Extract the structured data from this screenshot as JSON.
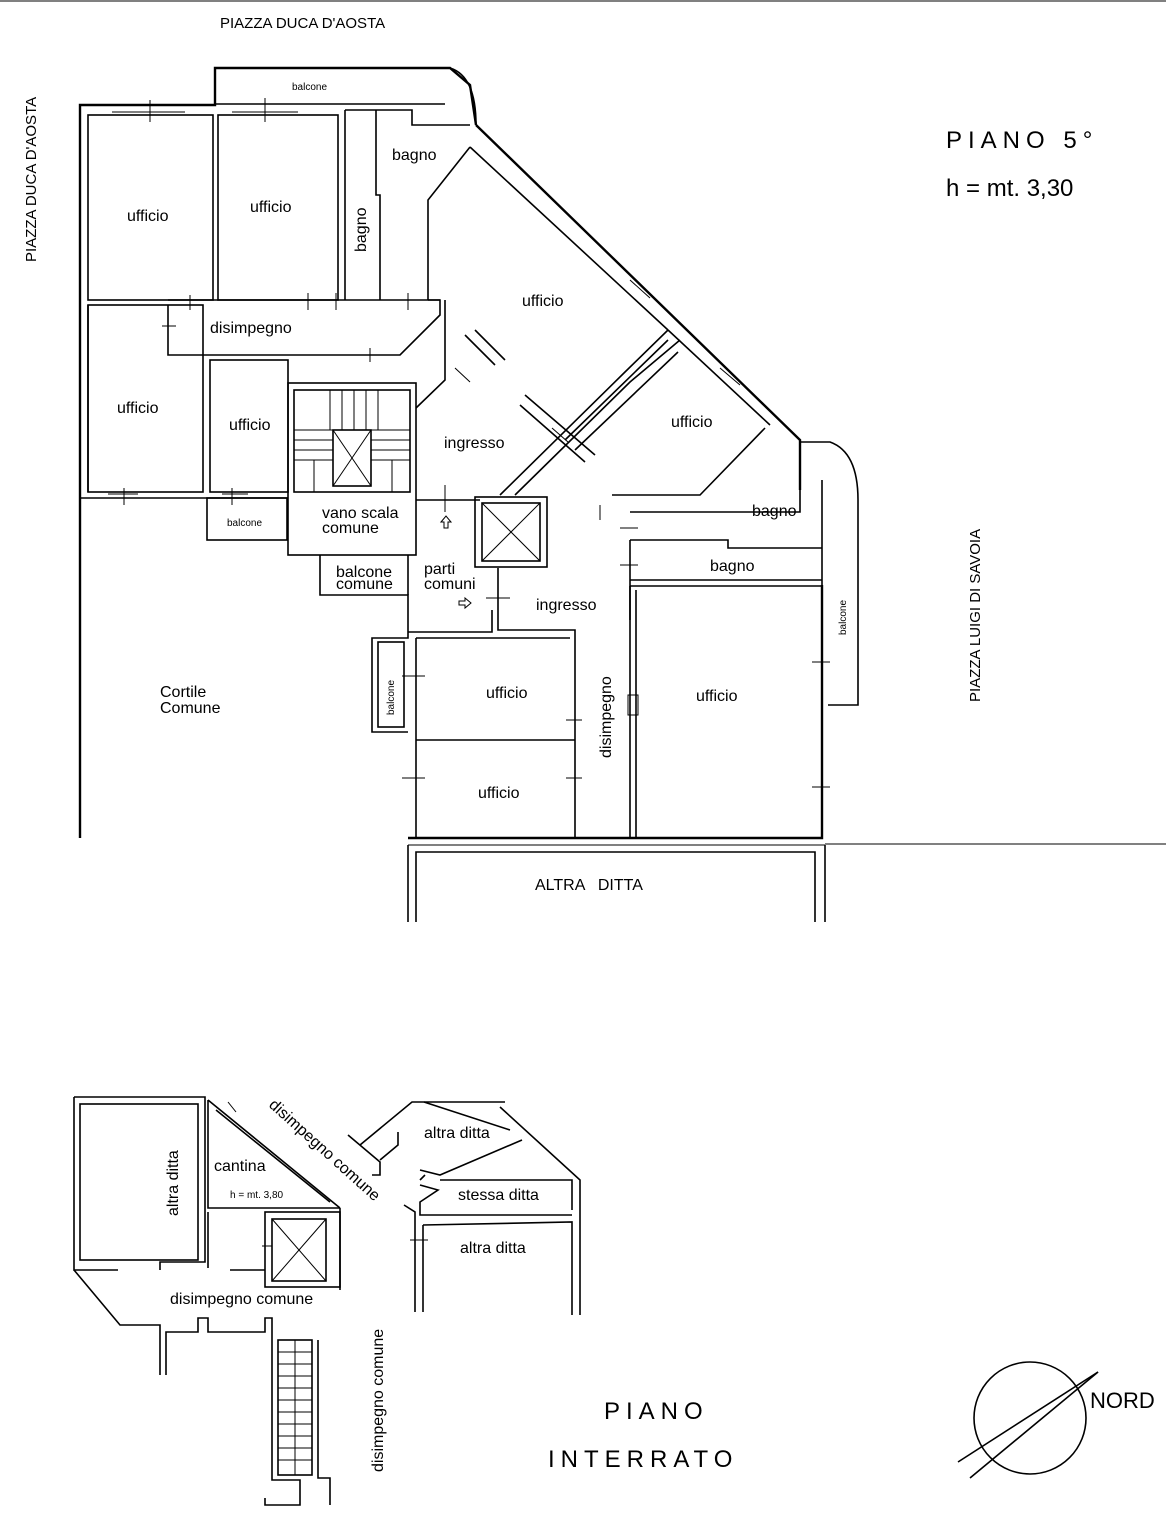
{
  "streets": {
    "top": "PIAZZA DUCA D'AOSTA",
    "left": "PIAZZA DUCA D'AOSTA",
    "right": "PIAZZA LUIGI DI SAVOIA"
  },
  "floor_upper": {
    "title": "PIANO 5°",
    "height": "h = mt. 3,30",
    "rooms": {
      "ufficio": "ufficio",
      "bagno": "bagno",
      "disimpegno": "disimpegno",
      "ingresso": "ingresso",
      "balcone": "balcone",
      "vano_scala_1": "vano scala",
      "vano_scala_2": "comune",
      "balcone_comune_1": "balcone",
      "balcone_comune_2": "comune",
      "parti_comuni_1": "parti",
      "parti_comuni_2": "comuni",
      "cortile_1": "Cortile",
      "cortile_2": "Comune",
      "altra_ditta": "ALTRA   DITTA"
    }
  },
  "floor_basement": {
    "title_1": "PIANO",
    "title_2": "INTERRATO",
    "rooms": {
      "altra_ditta": "altra ditta",
      "cantina": "cantina",
      "cantina_height": "h = mt. 3,80",
      "disimpegno_comune": "disimpegno comune",
      "stessa_ditta": "stessa ditta"
    }
  },
  "compass": {
    "label": "NORD"
  }
}
